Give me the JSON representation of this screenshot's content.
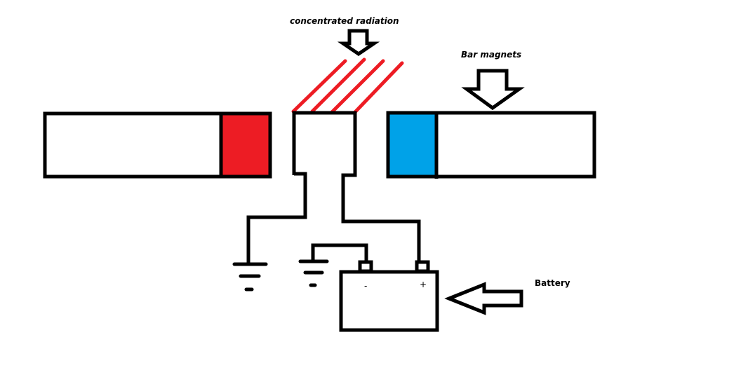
{
  "labels": {
    "radiation": "concentrated radiation",
    "magnets": "Bar magnets",
    "battery": "Battery",
    "negative": "-",
    "positive": "+"
  },
  "colors": {
    "north_pole": "#ed1c24",
    "south_pole": "#00a2e8",
    "radiation": "#ed1c24",
    "outline": "#000000",
    "background": "#ffffff"
  },
  "components": {
    "magnets": [
      "left-bar-magnet (red pole)",
      "right-bar-magnet (blue pole)"
    ],
    "radiation_rays": 4,
    "ground_symbols": 2
  }
}
